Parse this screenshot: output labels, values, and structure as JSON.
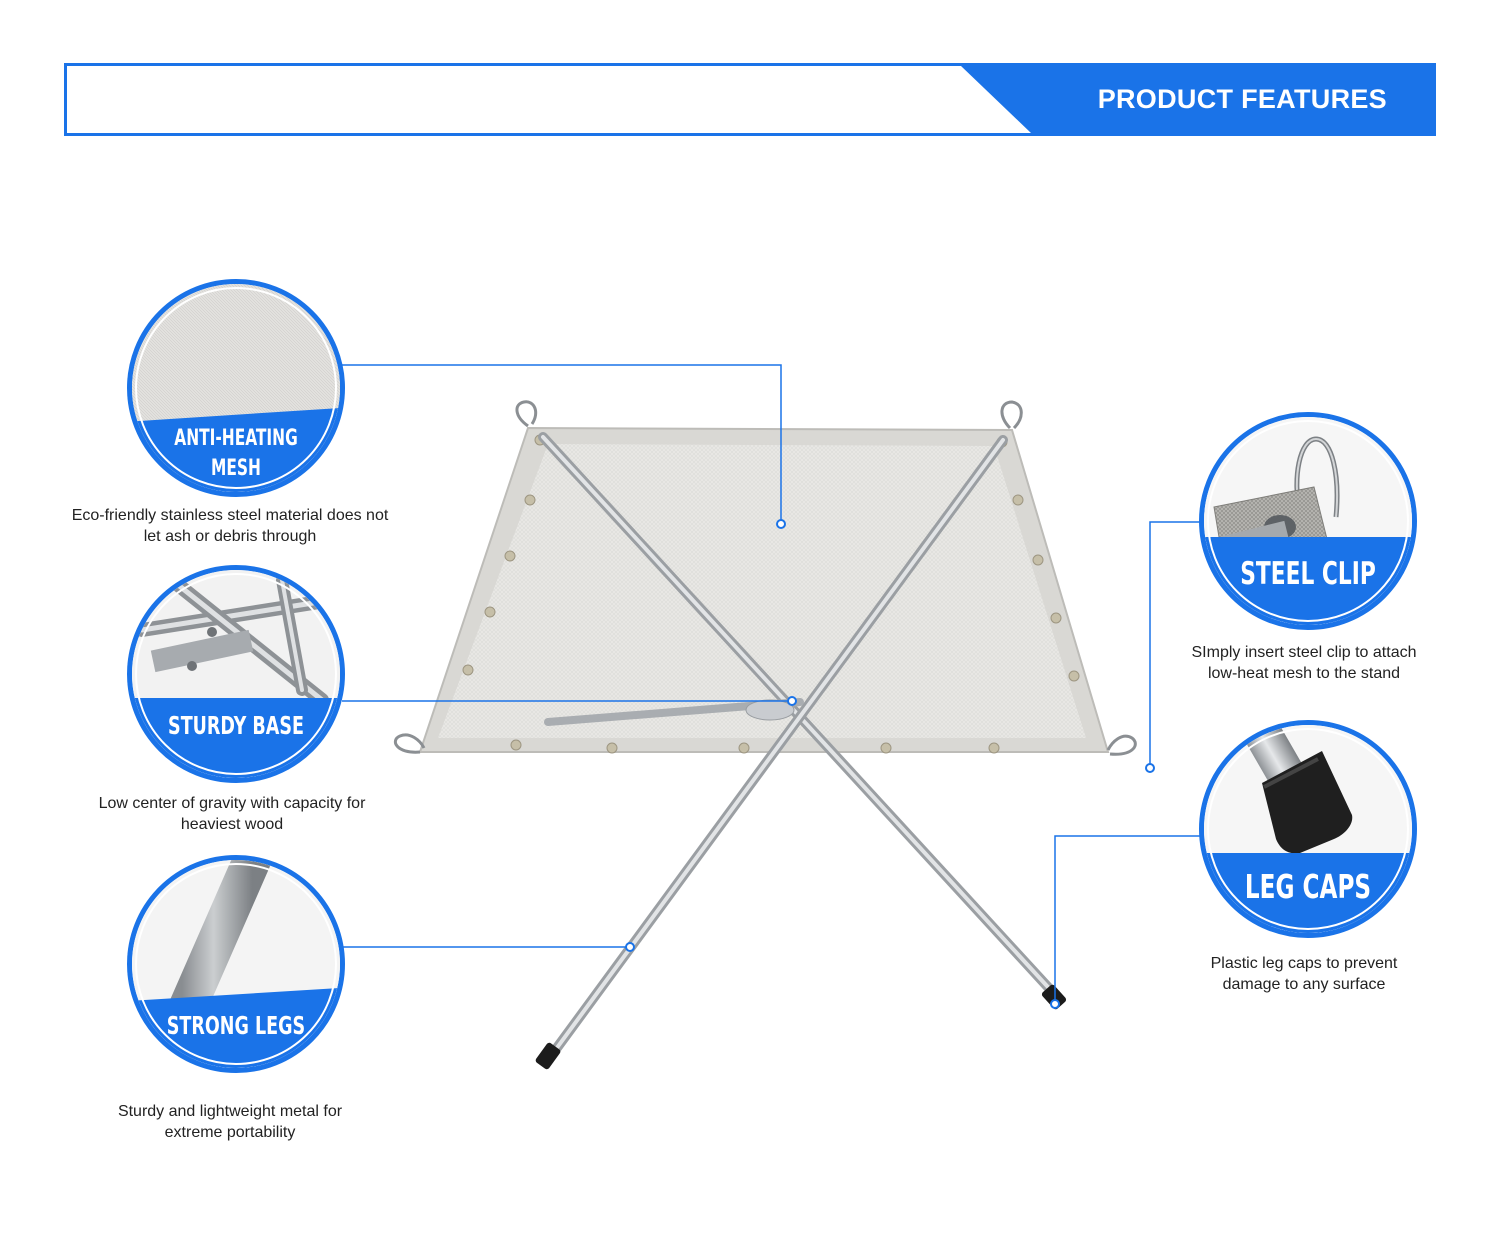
{
  "header": {
    "title": "PRODUCT FEATURES"
  },
  "colors": {
    "accent": "#1a73e8",
    "steel": "#b9bcbf",
    "mesh": "#dcdbd8"
  },
  "features": [
    {
      "id": "anti-heating-mesh",
      "label_line1": "ANTI-HEATING",
      "label_line2": "MESH",
      "caption_line1": "Eco-friendly stainless steel material does not",
      "caption_line2": "let ash or debris through"
    },
    {
      "id": "sturdy-base",
      "label": "STURDY BASE",
      "caption_line1": "Low center of gravity with capacity for",
      "caption_line2": "heaviest wood"
    },
    {
      "id": "strong-legs",
      "label": "STRONG LEGS",
      "caption_line1": "Sturdy and lightweight metal for",
      "caption_line2": "extreme portability"
    },
    {
      "id": "steel-clip",
      "label": "STEEL CLIP",
      "caption_line1": "SImply insert steel clip to attach",
      "caption_line2": "low-heat mesh to the stand"
    },
    {
      "id": "leg-caps",
      "label": "LEG CAPS",
      "caption_line1": "Plastic leg caps to prevent",
      "caption_line2": "damage to any surface"
    }
  ]
}
